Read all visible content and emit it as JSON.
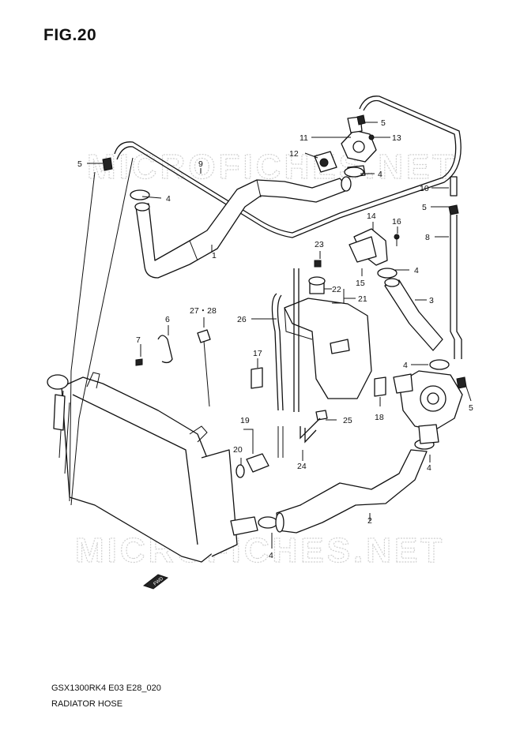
{
  "figure": {
    "title": "FIG.20",
    "model_code": "GSX1300RK4 E03 E28_020",
    "section_name": "RADIATOR HOSE",
    "watermark": "MICROFICHES.NET",
    "forward_marker": "FWD"
  },
  "callouts": {
    "n1": "1",
    "n2": "2",
    "n3": "3",
    "n4": "4",
    "n5": "5",
    "n6": "6",
    "n7": "7",
    "n8": "8",
    "n9": "9",
    "n10": "10",
    "n11": "11",
    "n12": "12",
    "n13": "13",
    "n14": "14",
    "n15": "15",
    "n16": "16",
    "n17": "17",
    "n18": "18",
    "n19": "19",
    "n20": "20",
    "n21": "21",
    "n22": "22",
    "n23": "23",
    "n24": "24",
    "n25": "25",
    "n26": "26",
    "n27_28": "27・28"
  }
}
